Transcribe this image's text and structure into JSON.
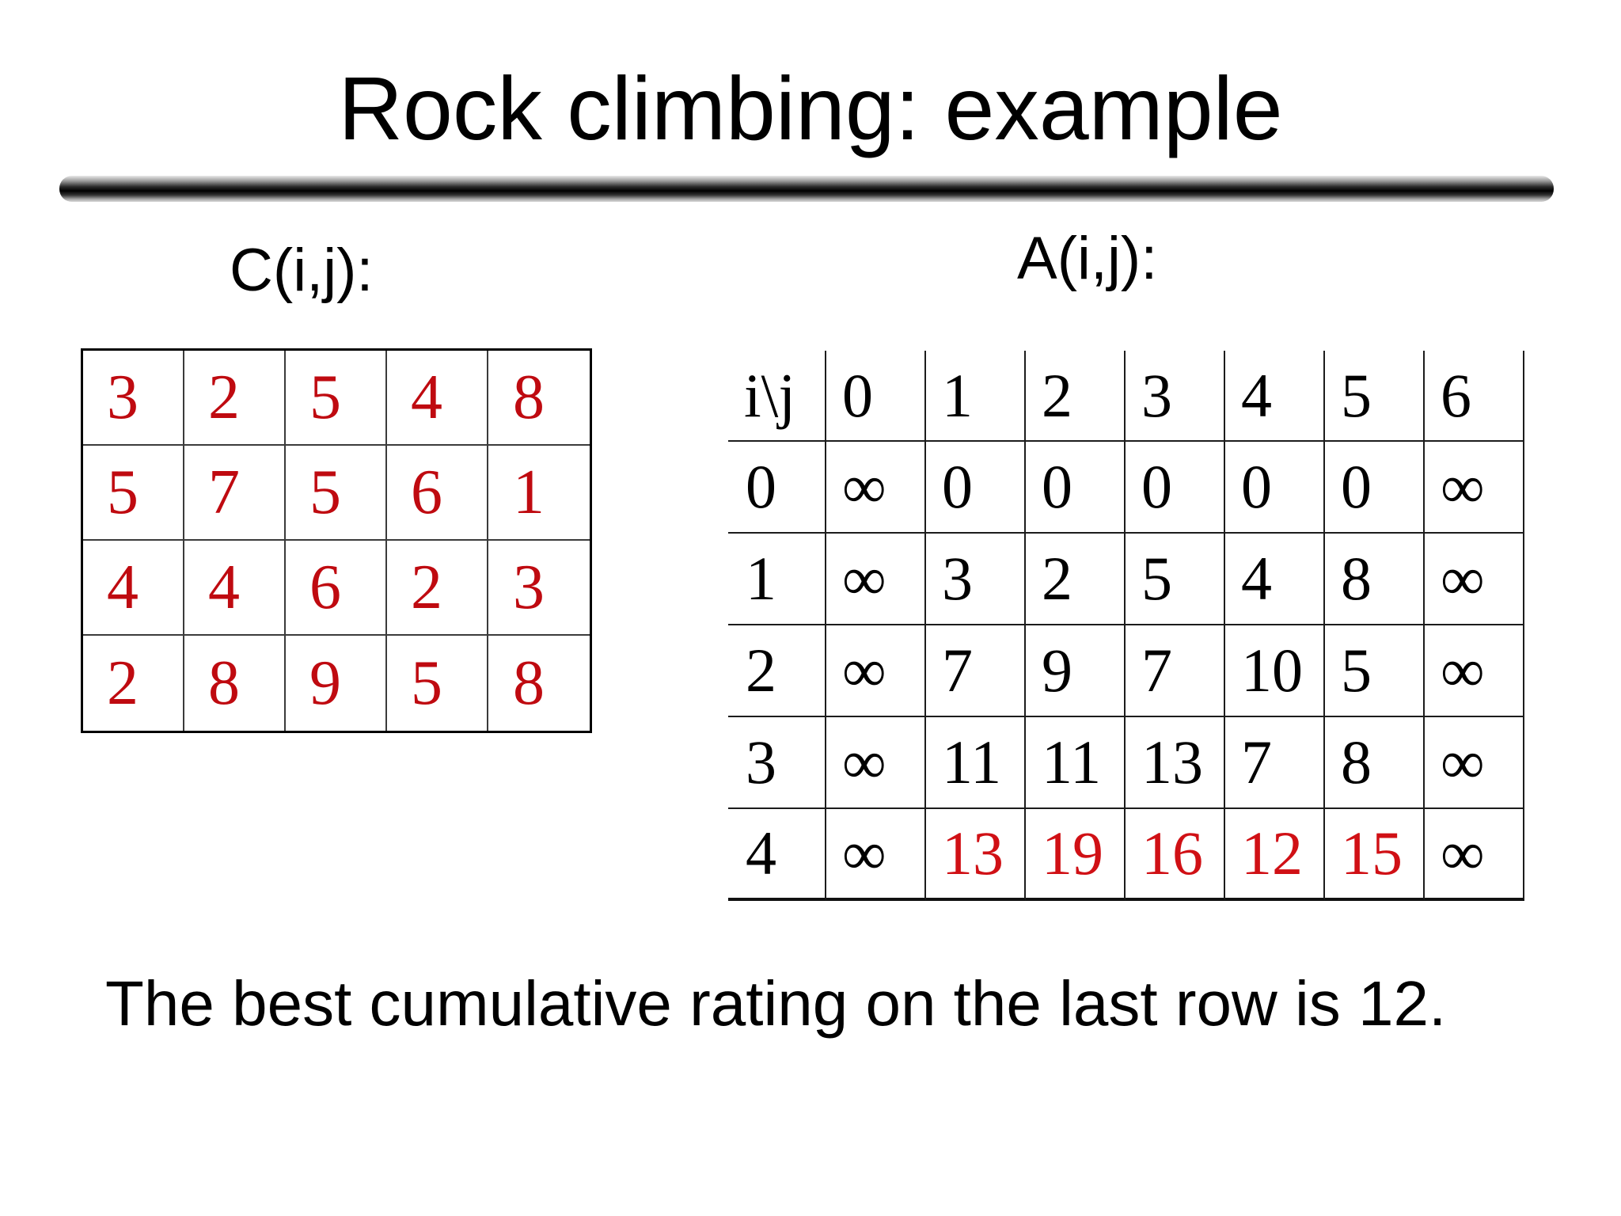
{
  "slide": {
    "title": "Rock climbing: example",
    "c_table": {
      "label": "C(i,j):",
      "value_color": "#bf0a10",
      "rows": [
        [
          "3",
          "2",
          "5",
          "4",
          "8"
        ],
        [
          "5",
          "7",
          "5",
          "6",
          "1"
        ],
        [
          "4",
          "4",
          "6",
          "2",
          "3"
        ],
        [
          "2",
          "8",
          "9",
          "5",
          "8"
        ]
      ]
    },
    "a_table": {
      "label": "A(i,j):",
      "header": [
        "i\\j",
        "0",
        "1",
        "2",
        "3",
        "4",
        "5",
        "6"
      ],
      "rows": [
        [
          "0",
          "∞",
          "0",
          "0",
          "0",
          "0",
          "0",
          "∞"
        ],
        [
          "1",
          "∞",
          "3",
          "2",
          "5",
          "4",
          "8",
          "∞"
        ],
        [
          "2",
          "∞",
          "7",
          "9",
          "7",
          "10",
          "5",
          "∞"
        ],
        [
          "3",
          "∞",
          "11",
          "11",
          "13",
          "7",
          "8",
          "∞"
        ],
        [
          "4",
          "∞",
          "13",
          "19",
          "16",
          "12",
          "15",
          "∞"
        ]
      ],
      "highlight": {
        "row": 4,
        "cols": [
          2,
          3,
          4,
          5,
          6
        ],
        "color": "#d01015"
      }
    },
    "footer": "The best cumulative rating on the last row is 12."
  }
}
